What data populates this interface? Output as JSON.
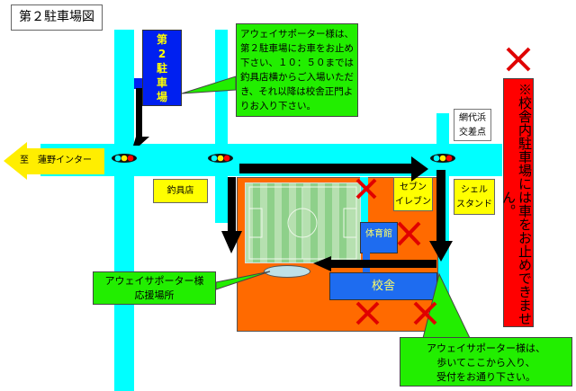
{
  "title": "第２駐車場図",
  "parking_lot": {
    "label_chars": [
      "第",
      "2",
      "駐",
      "車",
      "場"
    ]
  },
  "callout_top": {
    "lines": [
      "アウェイサポーター様は、",
      "第２駐車場にお車をお止め",
      "下さい、１０：５０までは",
      "釣具店横からご入場いただ",
      "き、それ以降は校舎正門よ",
      "りお入り下さい。"
    ]
  },
  "direction_arrow": {
    "label": "至　蓮野インター"
  },
  "intersection_label": {
    "lines": [
      "網代浜",
      "交差点"
    ]
  },
  "shops": {
    "tackle": "釣具店",
    "seven_eleven": [
      "セブン",
      "イレブン"
    ],
    "shell": [
      "シェル",
      "スタンド"
    ]
  },
  "buildings": {
    "gym": "体育館",
    "school": "校舎"
  },
  "support_area": {
    "lines": [
      "アウェイサポーター様",
      "応援場所"
    ]
  },
  "walk_in": {
    "lines": [
      "アウェイサポーター様は、",
      "歩いてここから入り、",
      "受付をお通り下さい。"
    ]
  },
  "no_parking_notice": "※校舎内駐車場には車をお止めできません。",
  "colors": {
    "road": "#00ffff",
    "campus": "#ff6a00",
    "building": "#1e6cf0",
    "callout": "#22ee00",
    "shop": "#ffff00",
    "notice": "#ff0000"
  }
}
